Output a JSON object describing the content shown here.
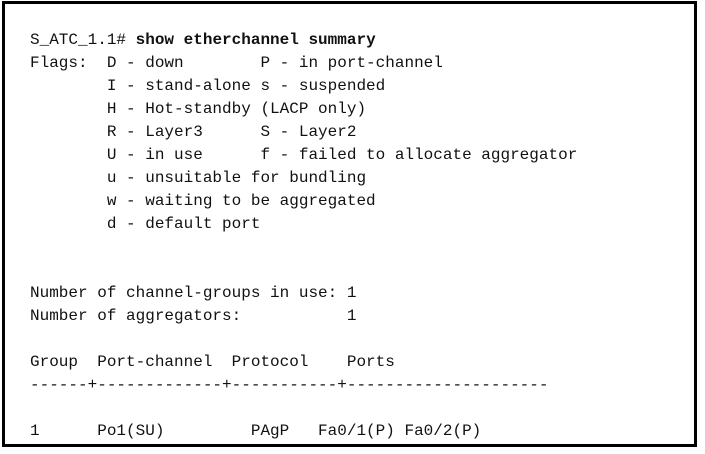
{
  "terminal": {
    "prompt": "S_ATC_1.1#",
    "command": "show etherchannel summary",
    "flags_lines": [
      "Flags:  D - down        P - in port-channel",
      "        I - stand-alone s - suspended",
      "        H - Hot-standby (LACP only)",
      "        R - Layer3      S - Layer2",
      "        U - in use      f - failed to allocate aggregator",
      "        u - unsuitable for bundling",
      "        w - waiting to be aggregated",
      "        d - default port"
    ],
    "channel_groups_in_use": "Number of channel-groups in use: 1",
    "aggregators": "Number of aggregators:           1",
    "table_header": "Group  Port-channel  Protocol    Ports",
    "table_separator": "------+-------------+-----------+---------------------",
    "table_row": "1      Po1(SU)         PAgP   Fa0/1(P) Fa0/2(P)"
  }
}
